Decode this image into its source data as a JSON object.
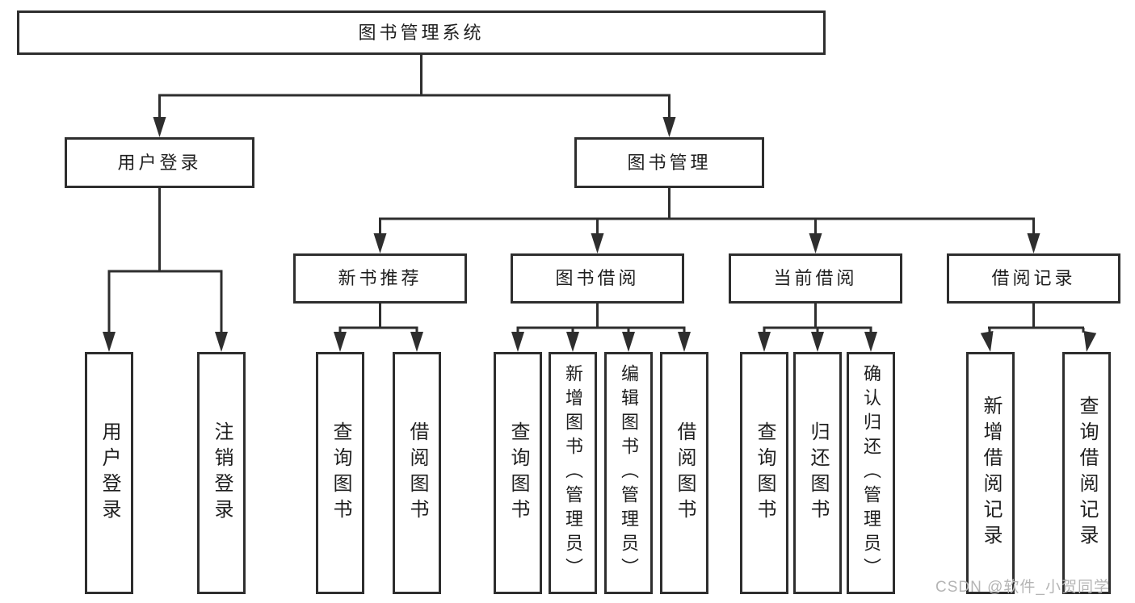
{
  "diagram": {
    "root": {
      "label": "图书管理系统"
    },
    "branches": [
      {
        "label": "用户登录",
        "children": [
          {
            "label": "用户登录"
          },
          {
            "label": "注销登录"
          }
        ]
      },
      {
        "label": "图书管理",
        "children": [
          {
            "label": "新书推荐",
            "children": [
              {
                "label": "查询图书"
              },
              {
                "label": "借阅图书"
              }
            ]
          },
          {
            "label": "图书借阅",
            "children": [
              {
                "label": "查询图书"
              },
              {
                "label": "新增图书（管理员）"
              },
              {
                "label": "编辑图书（管理员）"
              },
              {
                "label": "借阅图书"
              }
            ]
          },
          {
            "label": "当前借阅",
            "children": [
              {
                "label": "查询图书"
              },
              {
                "label": "归还图书"
              },
              {
                "label": "确认归还（管理员）"
              }
            ]
          },
          {
            "label": "借阅记录",
            "children": [
              {
                "label": "新增借阅记录"
              },
              {
                "label": "查询借阅记录"
              }
            ]
          }
        ]
      }
    ],
    "watermark": "CSDN @软件_小贺同学",
    "colors": {
      "line": "#2e2e2e",
      "text": "#1f1f1f",
      "watermark": "#b5b5b5",
      "background": "#ffffff"
    }
  }
}
